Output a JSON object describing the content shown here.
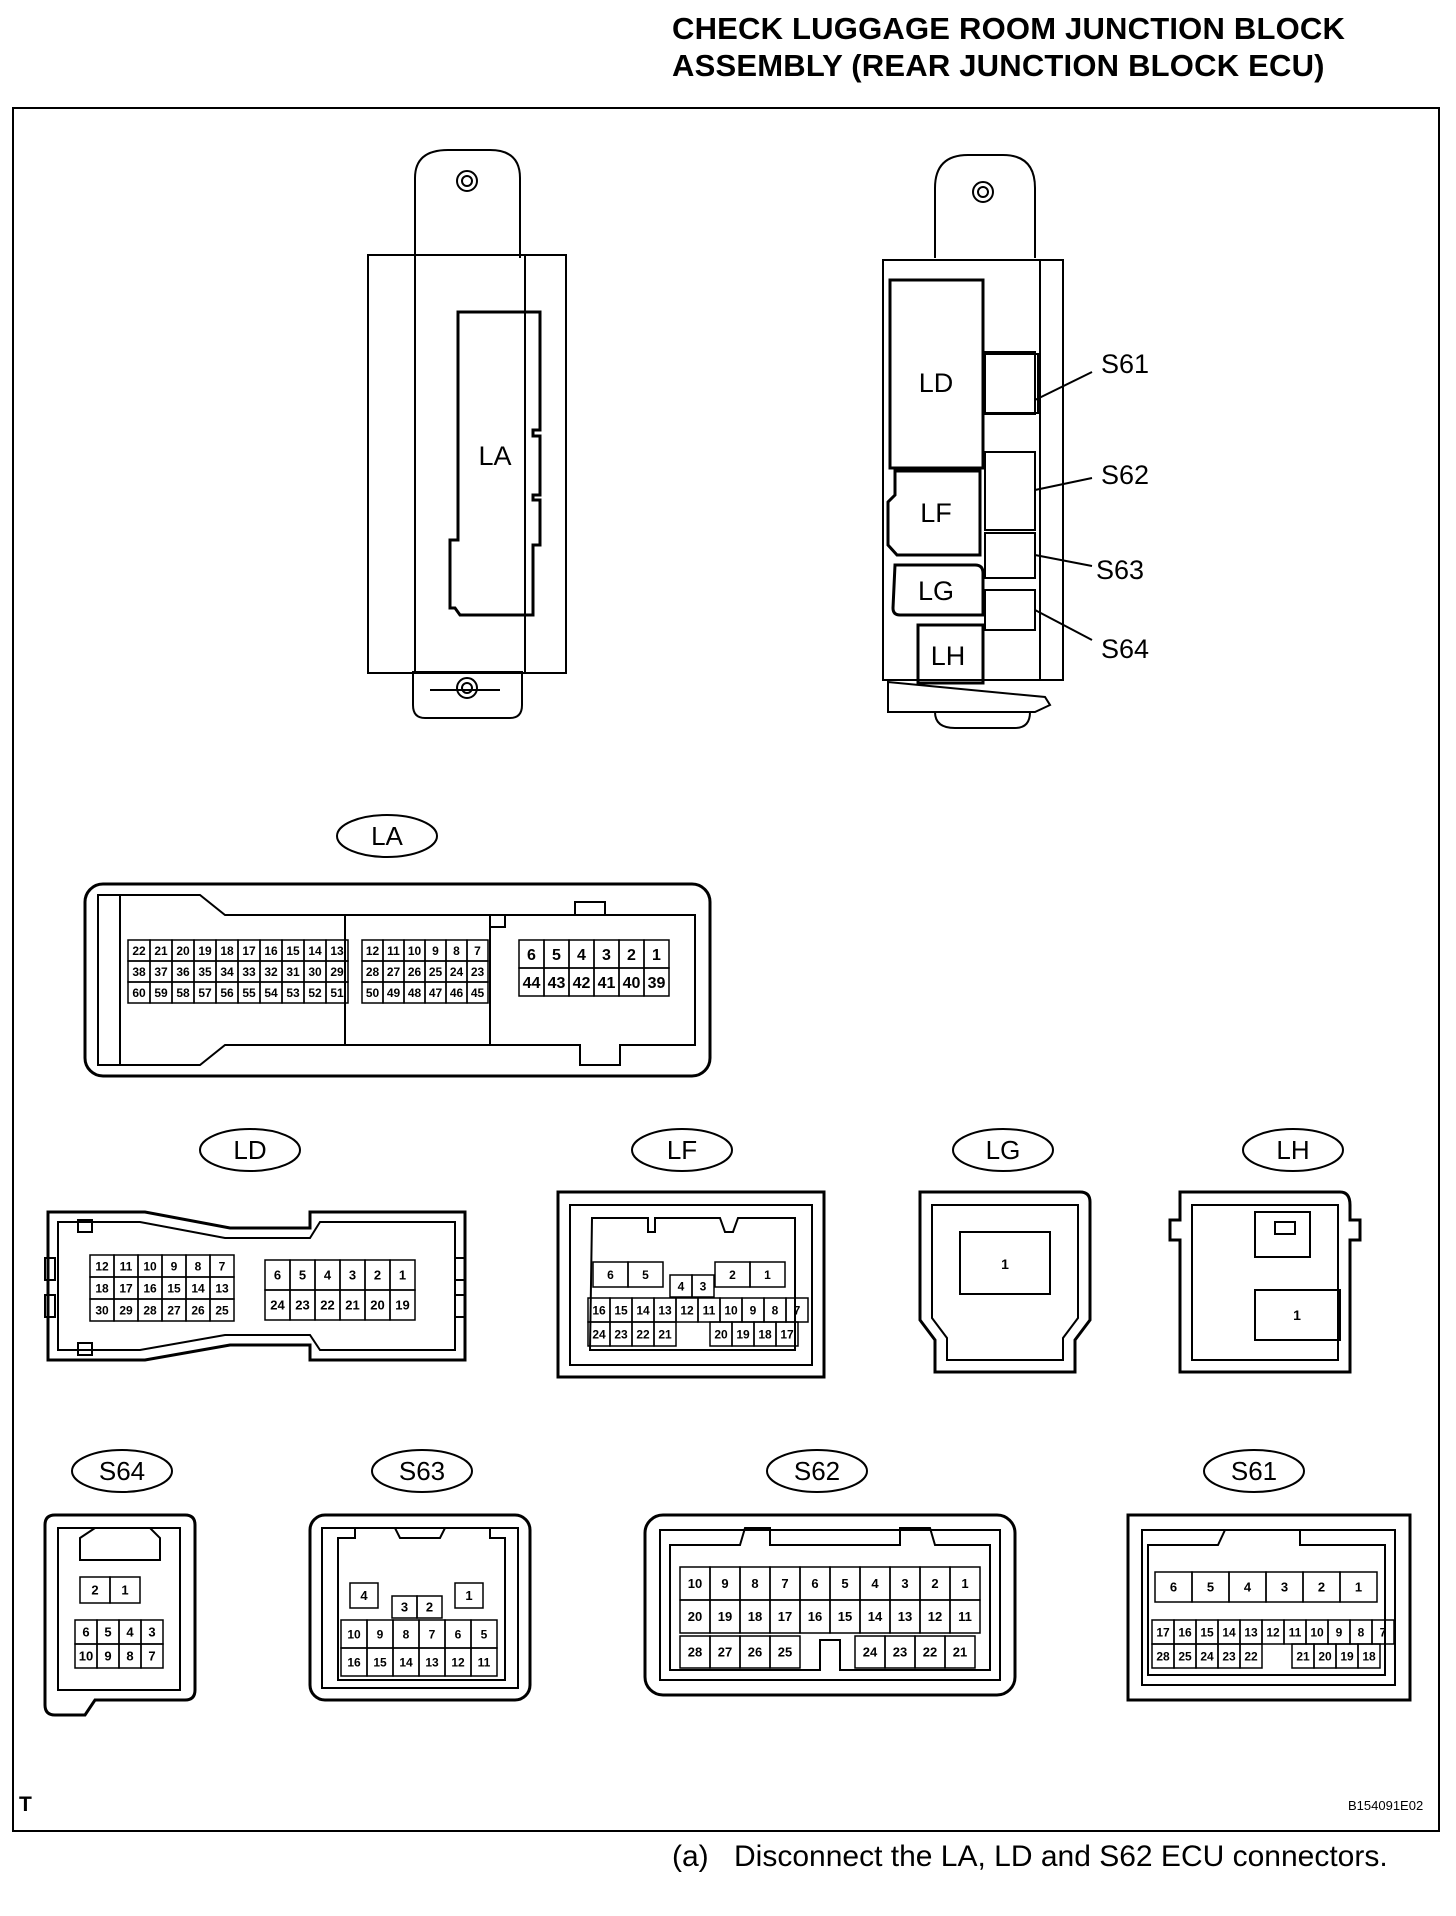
{
  "title": {
    "line1": "CHECK LUGGAGE ROOM JUNCTION BLOCK",
    "line2": "ASSEMBLY (REAR JUNCTION BLOCK ECU)"
  },
  "assembly_left": {
    "label": "LA"
  },
  "assembly_right": {
    "blocks": [
      "LD",
      "LF",
      "LG",
      "LH"
    ],
    "callouts": [
      "S61",
      "S62",
      "S63",
      "S64"
    ]
  },
  "connectors": {
    "LA": {
      "name": "LA",
      "groups": [
        [
          [
            "22",
            "21",
            "20",
            "19",
            "18",
            "17",
            "16",
            "15",
            "14",
            "13"
          ],
          [
            "38",
            "37",
            "36",
            "35",
            "34",
            "33",
            "32",
            "31",
            "30",
            "29"
          ],
          [
            "60",
            "59",
            "58",
            "57",
            "56",
            "55",
            "54",
            "53",
            "52",
            "51"
          ]
        ],
        [
          [
            "12",
            "11",
            "10",
            "9",
            "8",
            "7"
          ],
          [
            "28",
            "27",
            "26",
            "25",
            "24",
            "23"
          ],
          [
            "50",
            "49",
            "48",
            "47",
            "46",
            "45"
          ]
        ],
        [
          [
            "6",
            "5",
            "4",
            "3",
            "2",
            "1"
          ],
          [
            "44",
            "43",
            "42",
            "41",
            "40",
            "39"
          ]
        ]
      ]
    },
    "LD": {
      "name": "LD",
      "groups": [
        [
          [
            "12",
            "11",
            "10",
            "9",
            "8",
            "7"
          ],
          [
            "18",
            "17",
            "16",
            "15",
            "14",
            "13"
          ],
          [
            "30",
            "29",
            "28",
            "27",
            "26",
            "25"
          ]
        ],
        [
          [
            "6",
            "5",
            "4",
            "3",
            "2",
            "1"
          ],
          [
            "24",
            "23",
            "22",
            "21",
            "20",
            "19"
          ]
        ]
      ]
    },
    "LF": {
      "name": "LF",
      "top": [
        "6",
        "5",
        "4",
        "3",
        "2",
        "1"
      ],
      "row1": [
        "16",
        "15",
        "14",
        "13",
        "12",
        "11",
        "10",
        "9",
        "8",
        "7"
      ],
      "row2_left": [
        "24",
        "23",
        "22",
        "21"
      ],
      "row2_right": [
        "20",
        "19",
        "18",
        "17"
      ]
    },
    "LG": {
      "name": "LG",
      "pin": "1"
    },
    "LH": {
      "name": "LH",
      "pin": "1"
    },
    "S64": {
      "name": "S64",
      "top": [
        "2",
        "1"
      ],
      "rows": [
        [
          "6",
          "5",
          "4",
          "3"
        ],
        [
          "10",
          "9",
          "8",
          "7"
        ]
      ]
    },
    "S63": {
      "name": "S63",
      "top": [
        "4",
        "3",
        "2",
        "1"
      ],
      "rows": [
        [
          "10",
          "9",
          "8",
          "7",
          "6",
          "5"
        ],
        [
          "16",
          "15",
          "14",
          "13",
          "12",
          "11"
        ]
      ]
    },
    "S62": {
      "name": "S62",
      "rows": [
        [
          "10",
          "9",
          "8",
          "7",
          "6",
          "5",
          "4",
          "3",
          "2",
          "1"
        ],
        [
          "20",
          "19",
          "18",
          "17",
          "16",
          "15",
          "14",
          "13",
          "12",
          "11"
        ]
      ],
      "row3_left": [
        "28",
        "27",
        "26",
        "25"
      ],
      "row3_right": [
        "24",
        "23",
        "22",
        "21"
      ]
    },
    "S61": {
      "name": "S61",
      "top": [
        "6",
        "5",
        "4",
        "3",
        "2",
        "1"
      ],
      "row1": [
        "17",
        "16",
        "15",
        "14",
        "13",
        "12",
        "11",
        "10",
        "9",
        "8",
        "7"
      ],
      "row2_left": [
        "28",
        "25",
        "24",
        "23",
        "22"
      ],
      "row2_right": [
        "21",
        "20",
        "19",
        "18"
      ]
    }
  },
  "footer": {
    "t_mark": "T",
    "figure_ref": "B154091E02"
  },
  "step": {
    "number": "(a)",
    "text": "Disconnect the LA, LD and S62 ECU connectors."
  }
}
